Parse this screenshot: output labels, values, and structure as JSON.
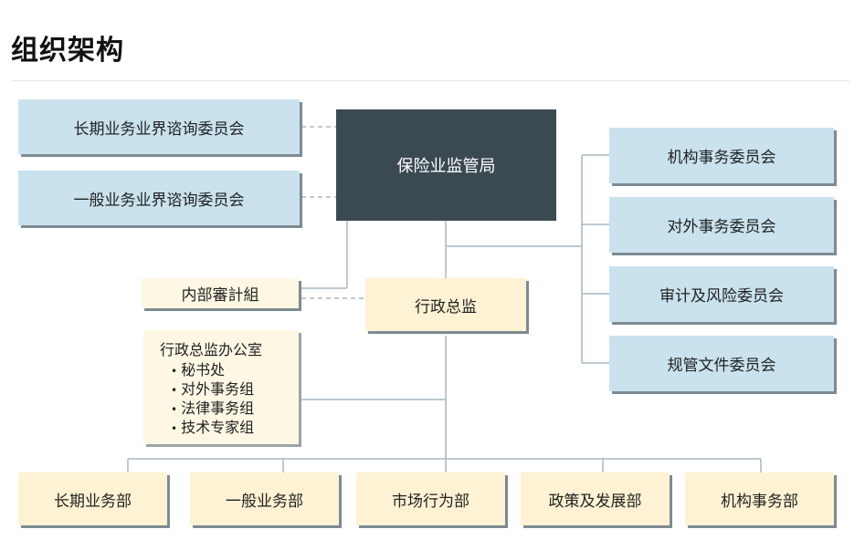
{
  "title": "组织架构",
  "top": "保险业监管局",
  "advisory": [
    "长期业务业界谘询委员会",
    "一般业务业界谘询委员会"
  ],
  "committees": [
    "机构事务委员会",
    "对外事务委员会",
    "审计及风险委员会",
    "规管文件委员会"
  ],
  "audit": "内部審計組",
  "ceo": "行政总监",
  "office": {
    "head": "行政总监办公室",
    "items": [
      "秘书处",
      "对外事务组",
      "法律事务组",
      "技术专家组"
    ]
  },
  "departments": [
    "长期业务部",
    "一般业务部",
    "市场行为部",
    "政策及发展部",
    "机构事务部"
  ]
}
